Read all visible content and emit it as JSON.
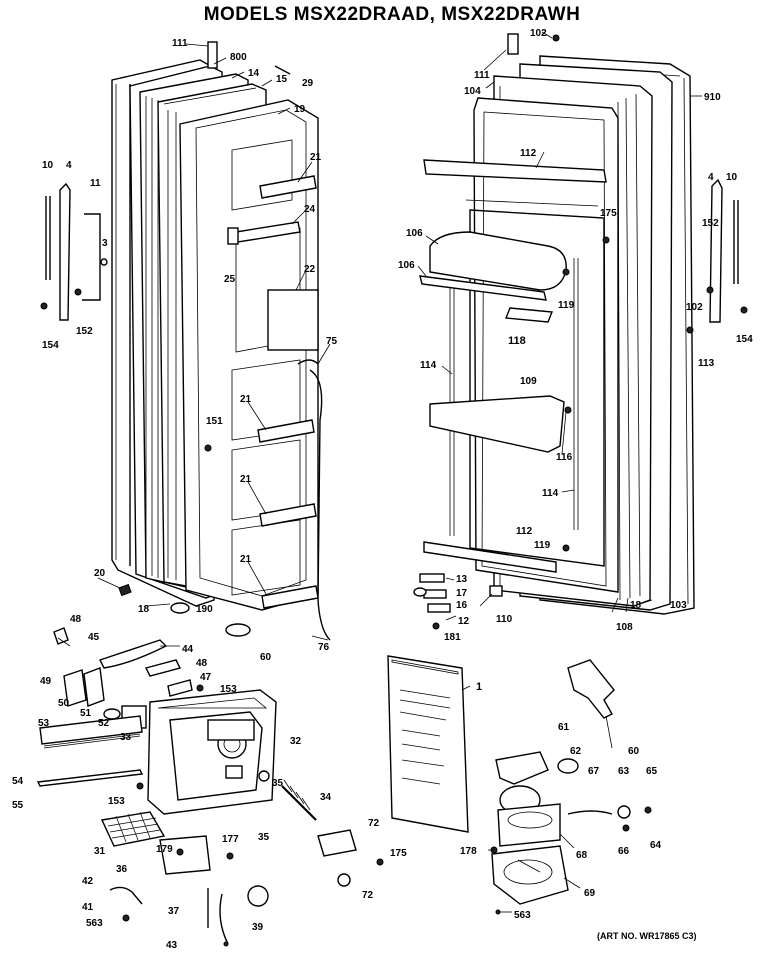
{
  "title": "MODELS MSX22DRAAD, MSX22DRAWH",
  "art_number": "(ART NO. WR17865 C3)",
  "callouts": [
    {
      "id": "111a",
      "text": "111"
    },
    {
      "id": "800",
      "text": "800"
    },
    {
      "id": "14",
      "text": "14"
    },
    {
      "id": "15",
      "text": "15"
    },
    {
      "id": "29",
      "text": "29"
    },
    {
      "id": "19",
      "text": "19"
    },
    {
      "id": "10a",
      "text": "10"
    },
    {
      "id": "4a",
      "text": "4"
    },
    {
      "id": "11",
      "text": "11"
    },
    {
      "id": "3",
      "text": "3"
    },
    {
      "id": "21a",
      "text": "21"
    },
    {
      "id": "24",
      "text": "24"
    },
    {
      "id": "25",
      "text": "25"
    },
    {
      "id": "22",
      "text": "22"
    },
    {
      "id": "152a",
      "text": "152"
    },
    {
      "id": "154a",
      "text": "154"
    },
    {
      "id": "75",
      "text": "75"
    },
    {
      "id": "21b",
      "text": "21"
    },
    {
      "id": "151",
      "text": "151"
    },
    {
      "id": "21c",
      "text": "21"
    },
    {
      "id": "21d",
      "text": "21"
    },
    {
      "id": "20",
      "text": "20"
    },
    {
      "id": "18a",
      "text": "18"
    },
    {
      "id": "190",
      "text": "190"
    },
    {
      "id": "60a",
      "text": "60"
    },
    {
      "id": "76",
      "text": "76"
    },
    {
      "id": "102a",
      "text": "102"
    },
    {
      "id": "111b",
      "text": "111"
    },
    {
      "id": "104",
      "text": "104"
    },
    {
      "id": "910",
      "text": "910"
    },
    {
      "id": "112a",
      "text": "112"
    },
    {
      "id": "175a",
      "text": "175"
    },
    {
      "id": "106a",
      "text": "106"
    },
    {
      "id": "106b",
      "text": "106"
    },
    {
      "id": "4b",
      "text": "4"
    },
    {
      "id": "10b",
      "text": "10"
    },
    {
      "id": "152b",
      "text": "152"
    },
    {
      "id": "119a",
      "text": "119"
    },
    {
      "id": "118",
      "text": "118"
    },
    {
      "id": "102b",
      "text": "102"
    },
    {
      "id": "154b",
      "text": "154"
    },
    {
      "id": "113",
      "text": "113"
    },
    {
      "id": "114a",
      "text": "114"
    },
    {
      "id": "109",
      "text": "109"
    },
    {
      "id": "116",
      "text": "116"
    },
    {
      "id": "114b",
      "text": "114"
    },
    {
      "id": "112b",
      "text": "112"
    },
    {
      "id": "119b",
      "text": "119"
    },
    {
      "id": "13",
      "text": "13"
    },
    {
      "id": "17",
      "text": "17"
    },
    {
      "id": "16",
      "text": "16"
    },
    {
      "id": "110",
      "text": "110"
    },
    {
      "id": "12",
      "text": "12"
    },
    {
      "id": "181",
      "text": "181"
    },
    {
      "id": "18b",
      "text": "18"
    },
    {
      "id": "108",
      "text": "108"
    },
    {
      "id": "103",
      "text": "103"
    },
    {
      "id": "48a",
      "text": "48"
    },
    {
      "id": "45",
      "text": "45"
    },
    {
      "id": "44",
      "text": "44"
    },
    {
      "id": "49",
      "text": "49"
    },
    {
      "id": "48b",
      "text": "48"
    },
    {
      "id": "47",
      "text": "47"
    },
    {
      "id": "50",
      "text": "50"
    },
    {
      "id": "153a",
      "text": "153"
    },
    {
      "id": "51",
      "text": "51"
    },
    {
      "id": "52",
      "text": "52"
    },
    {
      "id": "53",
      "text": "53"
    },
    {
      "id": "33",
      "text": "33"
    },
    {
      "id": "32",
      "text": "32"
    },
    {
      "id": "54",
      "text": "54"
    },
    {
      "id": "55",
      "text": "55"
    },
    {
      "id": "35a",
      "text": "35"
    },
    {
      "id": "153b",
      "text": "153"
    },
    {
      "id": "34",
      "text": "34"
    },
    {
      "id": "35b",
      "text": "35"
    },
    {
      "id": "31",
      "text": "31"
    },
    {
      "id": "177",
      "text": "177"
    },
    {
      "id": "179",
      "text": "179"
    },
    {
      "id": "72a",
      "text": "72"
    },
    {
      "id": "36",
      "text": "36"
    },
    {
      "id": "175b",
      "text": "175"
    },
    {
      "id": "72b",
      "text": "72"
    },
    {
      "id": "42",
      "text": "42"
    },
    {
      "id": "41",
      "text": "41"
    },
    {
      "id": "563a",
      "text": "563"
    },
    {
      "id": "37",
      "text": "37"
    },
    {
      "id": "39",
      "text": "39"
    },
    {
      "id": "43",
      "text": "43"
    },
    {
      "id": "1",
      "text": "1"
    },
    {
      "id": "60b",
      "text": "60"
    },
    {
      "id": "61",
      "text": "61"
    },
    {
      "id": "62",
      "text": "62"
    },
    {
      "id": "67",
      "text": "67"
    },
    {
      "id": "63",
      "text": "63"
    },
    {
      "id": "65",
      "text": "65"
    },
    {
      "id": "178",
      "text": "178"
    },
    {
      "id": "68",
      "text": "68"
    },
    {
      "id": "66",
      "text": "66"
    },
    {
      "id": "64",
      "text": "64"
    },
    {
      "id": "69",
      "text": "69"
    },
    {
      "id": "563b",
      "text": "563"
    }
  ]
}
